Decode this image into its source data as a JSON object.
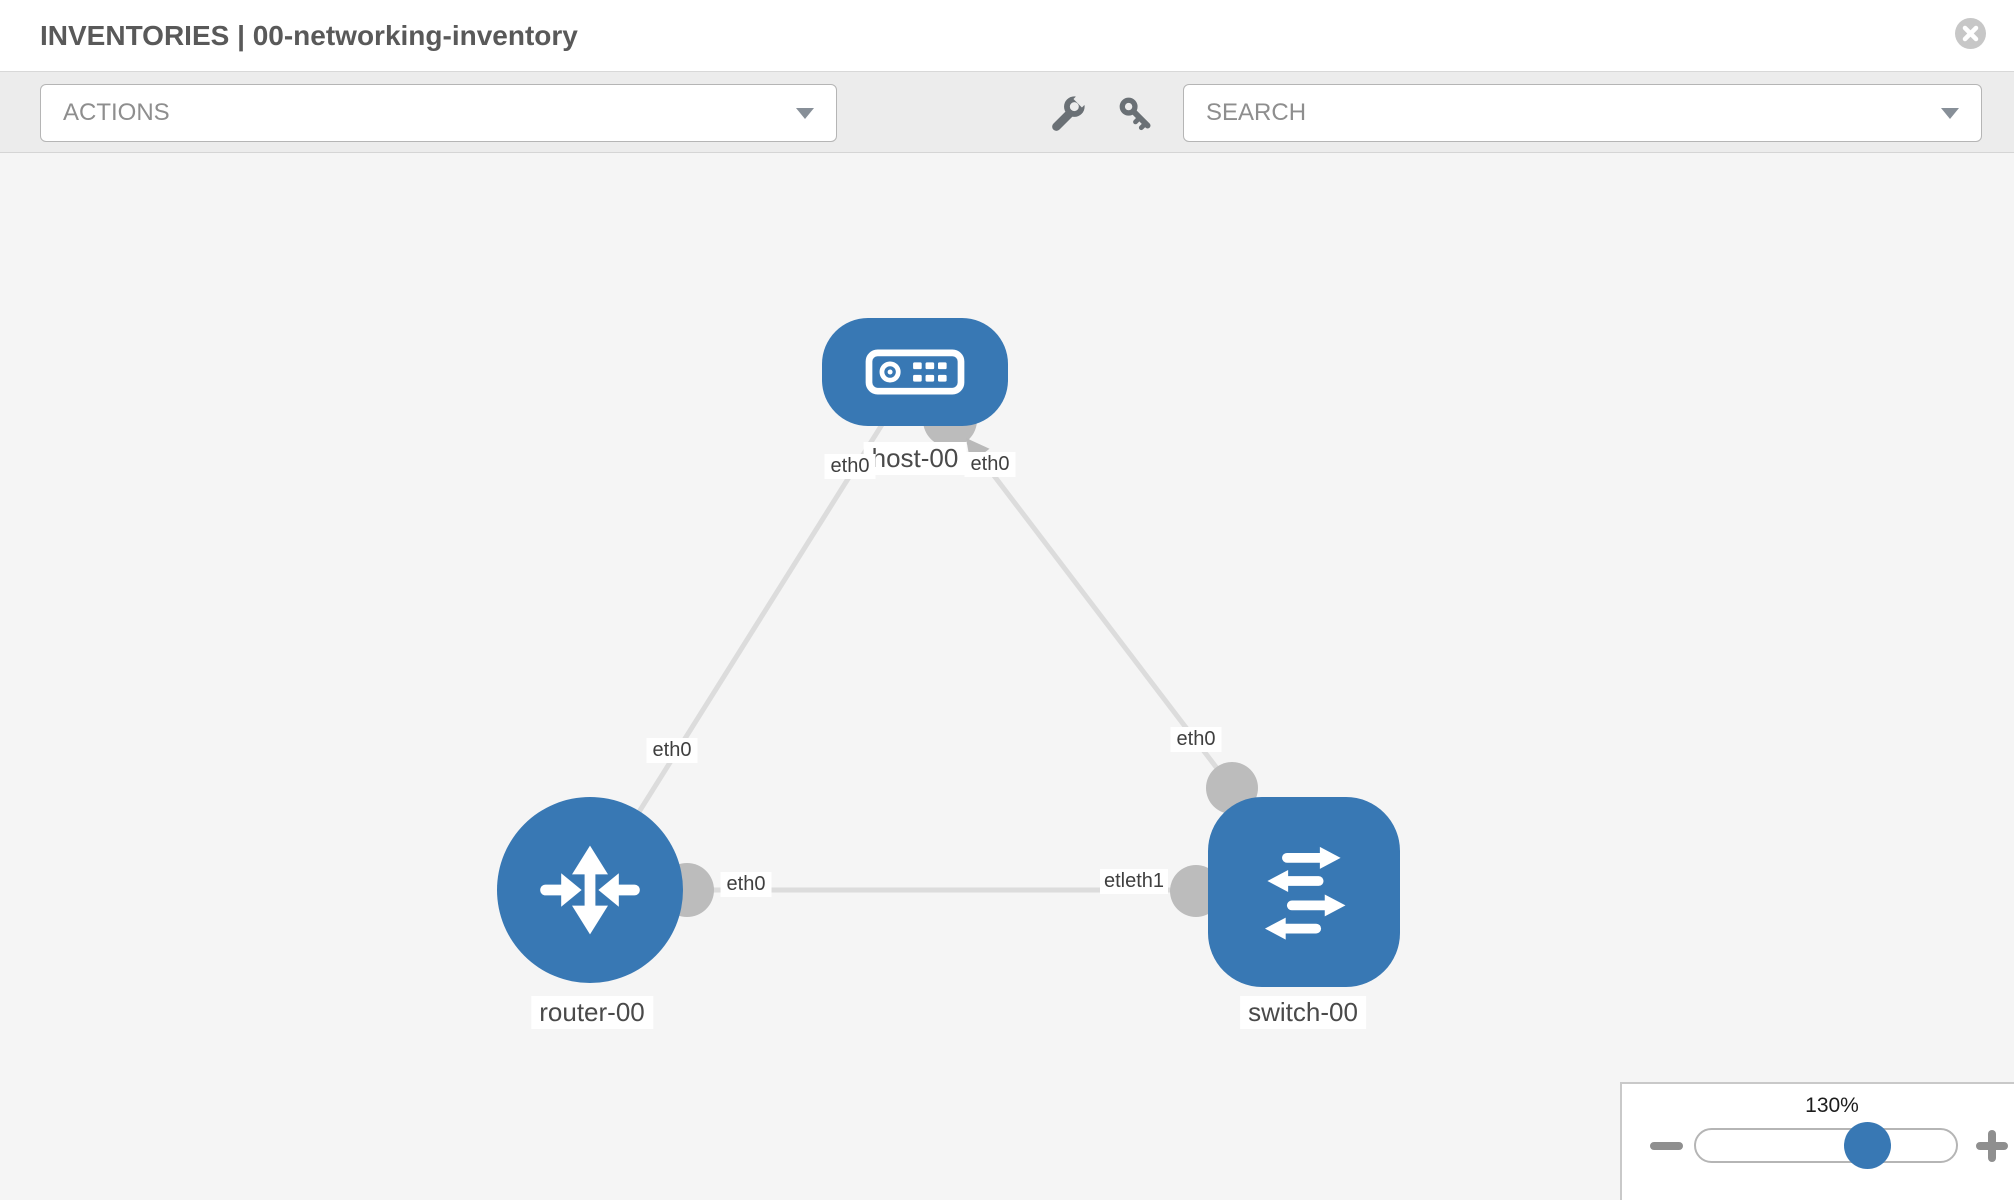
{
  "header": {
    "title": "INVENTORIES | 00-networking-inventory"
  },
  "toolbar": {
    "actions_label": "ACTIONS",
    "search_label": "SEARCH"
  },
  "topology": {
    "nodes": [
      {
        "id": "host-00",
        "type": "host",
        "label": "host-00"
      },
      {
        "id": "router-00",
        "type": "router",
        "label": "router-00"
      },
      {
        "id": "switch-00",
        "type": "switch",
        "label": "switch-00"
      }
    ],
    "links": [
      {
        "from": "host-00",
        "to": "router-00"
      },
      {
        "from": "host-00",
        "to": "switch-00"
      },
      {
        "from": "router-00",
        "to": "switch-00"
      }
    ],
    "interface_labels": [
      {
        "text": "eth0",
        "position": "host-left"
      },
      {
        "text": "eth0",
        "position": "host-right"
      },
      {
        "text": "eth0",
        "position": "router-to-host"
      },
      {
        "text": "eth0",
        "position": "switch-to-host"
      },
      {
        "text": "eth0",
        "position": "router-to-switch"
      },
      {
        "text": "etl",
        "position": "switch-to-router-hidden-fragment"
      },
      {
        "text": "eth1",
        "position": "switch-to-router"
      }
    ]
  },
  "zoom_control": {
    "value": "130%"
  },
  "colors": {
    "node_blue": "#3878b4",
    "link_gray": "#dcdcdc",
    "connector_gray": "#bcbcbc",
    "canvas_bg": "#f5f5f5",
    "toolbar_bg": "#ececec",
    "accent_thumb_blue": "#3878b4"
  }
}
